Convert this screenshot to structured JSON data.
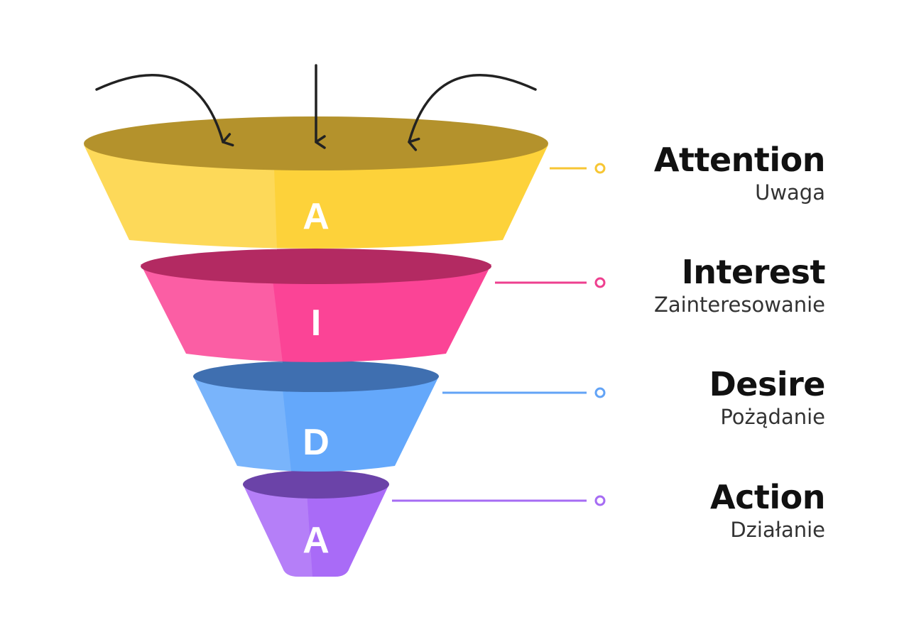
{
  "stages": [
    {
      "letter": "A",
      "title": "Attention",
      "subtitle": "Uwaga",
      "color": "#fdd23a",
      "top_color": "#b4922c",
      "line_color": "#f7c633"
    },
    {
      "letter": "I",
      "title": "Interest",
      "subtitle": "Zainteresowanie",
      "color": "#fb4496",
      "top_color": "#b32a62",
      "line_color": "#ee3f8f"
    },
    {
      "letter": "D",
      "title": "Desire",
      "subtitle": "Pożądanie",
      "color": "#64a8fb",
      "top_color": "#3f6fb0",
      "line_color": "#62a3f6"
    },
    {
      "letter": "A",
      "title": "Action",
      "subtitle": "Działanie",
      "color": "#a96bf7",
      "top_color": "#6b43a8",
      "line_color": "#a66cf3"
    }
  ],
  "arrow_color": "#222222",
  "background": "#ffffff"
}
